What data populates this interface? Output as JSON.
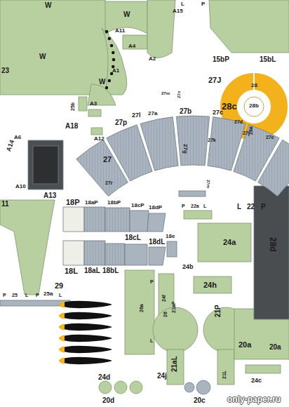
{
  "diagram": {
    "labels": [
      "W",
      "W",
      "A15",
      "L",
      "P",
      "A11",
      "A4",
      "A2",
      "W",
      "A1",
      "W",
      "15bP",
      "15bL",
      "28",
      "28c",
      "28b",
      "28a",
      "27J",
      "27m",
      "27n",
      "25b",
      "A3",
      "A18",
      "A12",
      "27p",
      "27l",
      "27a",
      "27b",
      "27c",
      "27d",
      "27j",
      "27e",
      "A14",
      "A6",
      "27",
      "27g",
      "27k",
      "27r",
      "A10",
      "A13",
      "11",
      "18P",
      "18aP",
      "18bP",
      "18cP",
      "18dP",
      "P",
      "22a",
      "L",
      "27m",
      "L",
      "22",
      "P",
      "24a",
      "28d",
      "18cL",
      "18dL",
      "18e",
      "18L",
      "18aL",
      "18bL",
      "24b",
      "P",
      "25",
      "L",
      "P",
      "25a",
      "L",
      "29",
      "24f",
      "P",
      "24h",
      "26a",
      "21aP",
      "26",
      "21P",
      "L",
      "20a",
      "20a",
      "21aL",
      "21L",
      "24d",
      "24j",
      "24c",
      "20d",
      "20c",
      "only-paper.ru",
      "23"
    ]
  }
}
